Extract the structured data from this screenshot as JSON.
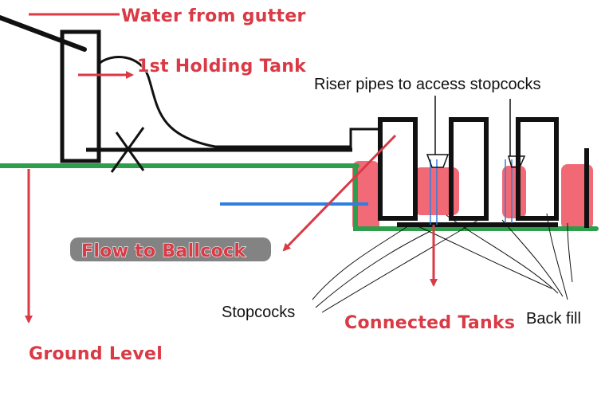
{
  "labels": {
    "water_from_gutter": "Water from gutter",
    "first_holding_tank": "1st Holding Tank",
    "riser_pipes": "Riser pipes to access stopcocks",
    "flow_to_ballcock": "Flow to Ballcock",
    "stopcocks": "Stopcocks",
    "connected_tanks": "Connected Tanks",
    "back_fill": "Back fill",
    "ground_level": "Ground Level"
  },
  "colors": {
    "annotation_red": "#d93a45",
    "ground_green": "#2e9e4a",
    "pipe_blue": "#2f7fe0",
    "backfill_pink": "#f0505f",
    "outline_black": "#111111",
    "smudge_gray": "#5a5a5a"
  }
}
